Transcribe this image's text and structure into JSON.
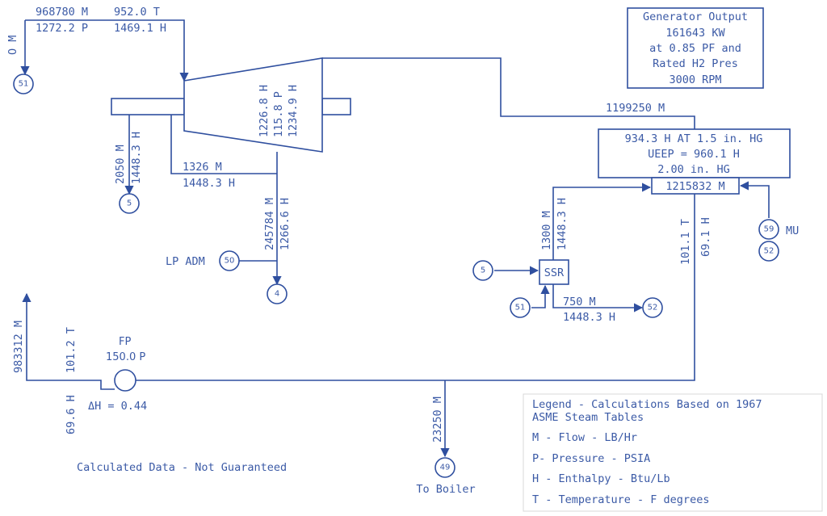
{
  "main_steam": {
    "flow": "968780 M",
    "temp": "952.0 T",
    "pressure": "1272.2 P",
    "enthalpy": "1469.1 H",
    "side": "O M"
  },
  "turbine": {
    "enthalpy_in": "1226.8 H",
    "pressure": "115.8 P",
    "enthalpy_out": "1234.9 H"
  },
  "gland_left": {
    "flow": "2050 M",
    "enthalpy": "1448.3 H"
  },
  "leakoff": {
    "flow": "1326 M",
    "enthalpy": "1448.3 H"
  },
  "extraction": {
    "flow": "245784 M",
    "enthalpy": "1266.6 H"
  },
  "lp_adm": "LP ADM",
  "exhaust_flow": "1199250 M",
  "condenser": {
    "line1": "934.3 H AT 1.5 in. HG",
    "line2": "UEEP = 960.1 H",
    "line3": "2.00 in. HG"
  },
  "hotwell_flow": "1215832 M",
  "ssr": {
    "label": "SSR",
    "in_flow": "1300 M",
    "in_enthalpy": "1448.3 H",
    "out_flow": "750 M",
    "out_enthalpy": "1448.3 H"
  },
  "condensate": {
    "temp": "101.1 T",
    "enthalpy": "69.1 H"
  },
  "makeup": "MU",
  "generator": {
    "line1": "Generator Output",
    "line2": "161643 KW",
    "line3": "at 0.85 PF and",
    "line4": "Rated H2 Pres",
    "line5": "3000 RPM"
  },
  "feed_pump": {
    "label": "FP",
    "pressure": "150.0 P",
    "delta_h": "ΔH = 0.44"
  },
  "feedwater": {
    "flow": "983312 M",
    "temp": "101.2 T",
    "enthalpy": "69.6 H"
  },
  "boiler": {
    "flow": "23250 M",
    "label": "To Boiler"
  },
  "disclaimer": "Calculated Data - Not Guaranteed",
  "legend": {
    "title1": "Legend - Calculations Based on 1967",
    "title2": "ASME Steam Tables",
    "m": "M - Flow - LB/Hr",
    "p": "P- Pressure - PSIA",
    "h": "H - Enthalpy - Btu/Lb",
    "t": "T - Temperature - F degrees"
  },
  "nodes": {
    "n51a": "51",
    "n5a": "5",
    "n50": "50",
    "n4": "4",
    "n5b": "5",
    "n51b": "51",
    "n52a": "52",
    "n59": "59",
    "n52b": "52",
    "n49": "49"
  }
}
